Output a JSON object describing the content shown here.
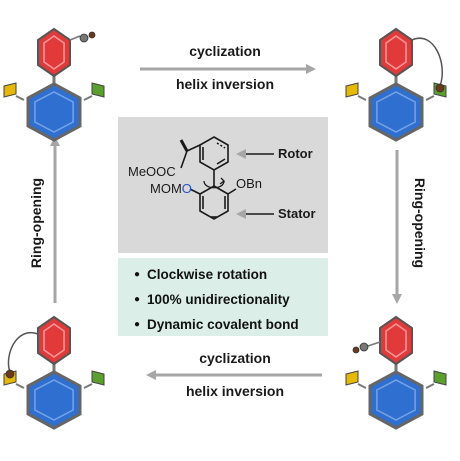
{
  "arrows": {
    "top_line1": "cyclization",
    "top_line2": "helix inversion",
    "bottom_line1": "cyclization",
    "bottom_line2": "helix inversion",
    "left": "Ring-opening",
    "right": "Ring-opening"
  },
  "center": {
    "rotor_label": "Rotor",
    "stator_label": "Stator",
    "ester_text": "MeOOC",
    "mom_text": "MOM",
    "mom_o": "O",
    "obn_text": "OBn"
  },
  "bullets": [
    "Clockwise rotation",
    "100% unidirectionality",
    "Dynamic covalent bond"
  ],
  "colors": {
    "red_ring": "#e23a3a",
    "blue_ring": "#2f6fd0",
    "yellow_tag": "#e6b800",
    "green_tag": "#5aa02c",
    "grey_panel": "#d9d9d9",
    "green_panel": "#dbeee8",
    "arrow": "#a6a6a6",
    "oxygen": "#2255cc"
  }
}
